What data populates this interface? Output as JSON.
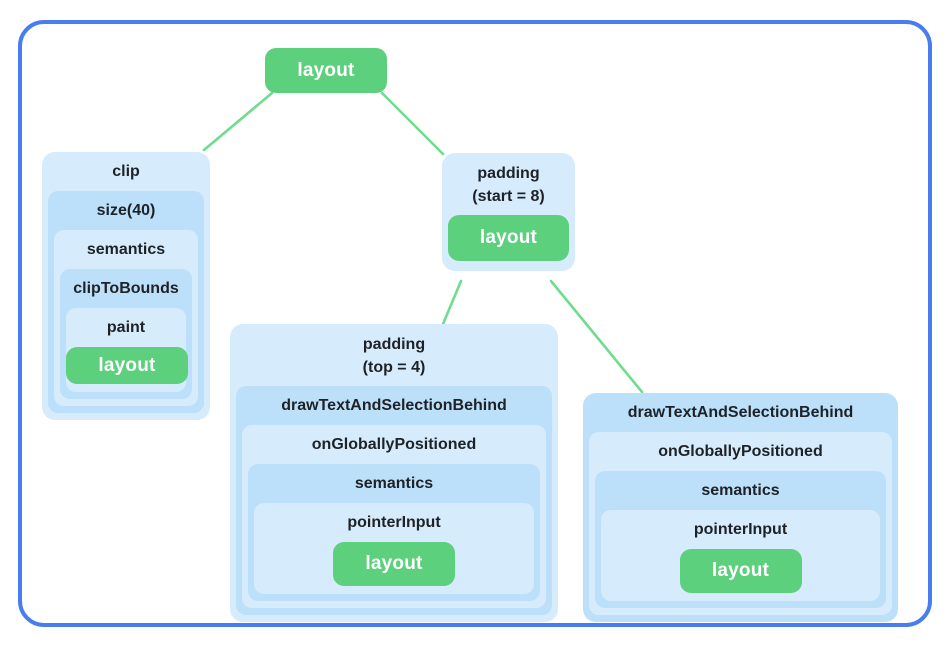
{
  "colors": {
    "border_blue": "#4a7cf1",
    "box_light_blue": "#d6ecfd",
    "box_medium_blue": "#bce0f9",
    "node_green": "#5dd07e",
    "edge_green": "#70dc8e",
    "text_dark": "#1e2227",
    "leaf_text": "#ffffff"
  },
  "root": {
    "label": "layout"
  },
  "left_tree": {
    "levels": [
      "clip",
      "size(40)",
      "semantics",
      "clipToBounds",
      "paint"
    ],
    "leaf": "layout"
  },
  "padding_start_node": {
    "line1": "padding",
    "line2": "(start = 8)",
    "leaf": "layout"
  },
  "middle_tree": {
    "header_line1": "padding",
    "header_line2": "(top = 4)",
    "levels": [
      "drawTextAndSelectionBehind",
      "onGloballyPositioned",
      "semantics",
      "pointerInput"
    ],
    "leaf": "layout"
  },
  "right_tree": {
    "levels": [
      "drawTextAndSelectionBehind",
      "onGloballyPositioned",
      "semantics",
      "pointerInput"
    ],
    "leaf": "layout"
  }
}
